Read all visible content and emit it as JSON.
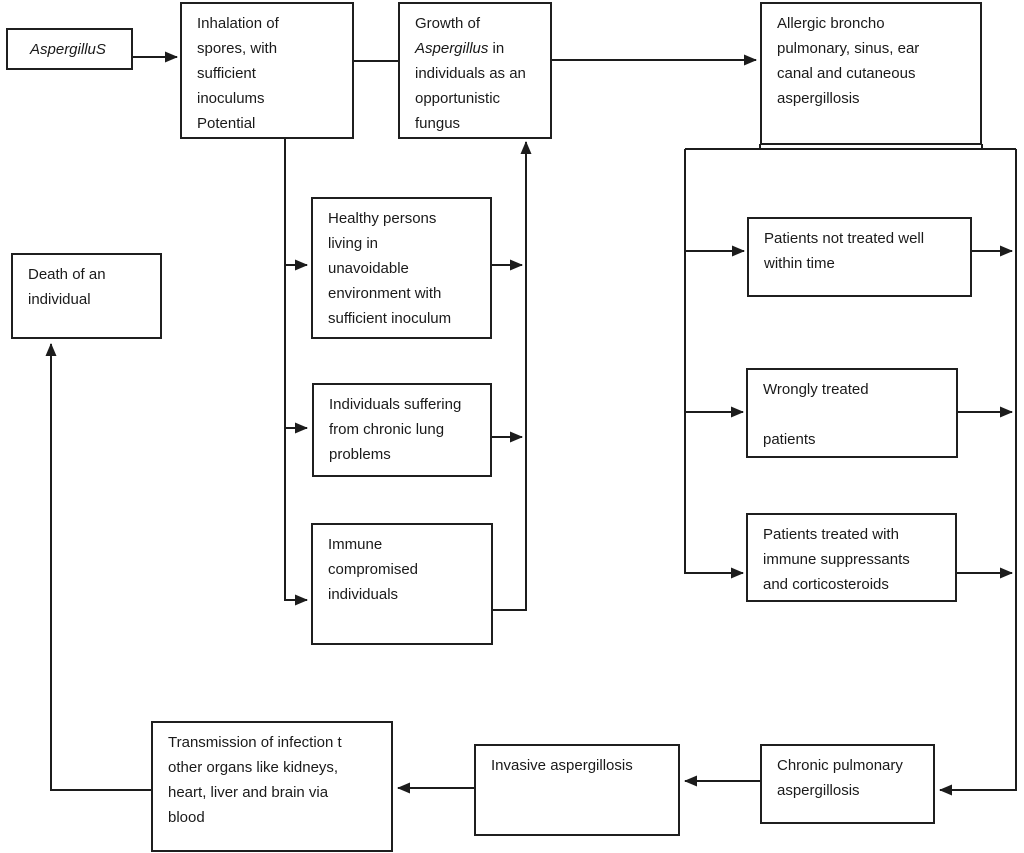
{
  "diagram": {
    "colors": {
      "line": "#1c1c1c",
      "box_border": "#1f1f1f",
      "background": "#ffffff",
      "text": "#1a1a1a"
    },
    "nodes": {
      "aspergillus": {
        "label": "AspergilluS"
      },
      "inhalation": {
        "label": "Inhalation of\nspores, with\nsufficient\ninoculums\nPotential"
      },
      "growth": {
        "pre": "Growth of\n",
        "italic": "Aspergillus",
        "post": " in\nindividuals as an\nopportunistic\nfungus"
      },
      "allergic": {
        "label": "Allergic broncho\npulmonary, sinus, ear\ncanal and cutaneous\naspergillosis"
      },
      "healthy": {
        "label": "Healthy persons\nliving in\nunavoidable\nenvironment with\nsufficient inoculum"
      },
      "chronic_lung": {
        "label": "Individuals suffering\nfrom chronic lung\nproblems"
      },
      "immunocompromised": {
        "label": "Immune\ncompromised\nindividuals"
      },
      "not_treated": {
        "label": "Patients not treated well\nwithin time"
      },
      "wrongly_treated": {
        "label": "Wrongly treated\n\npatients"
      },
      "suppressants": {
        "label": "Patients treated with\nimmune suppressants\nand corticosteroids"
      },
      "death": {
        "label": "Death of an\nindividual"
      },
      "transmission": {
        "label": "Transmission of infection t\nother organs like kidneys,\nheart, liver and brain via\nblood"
      },
      "invasive": {
        "label": "Invasive aspergillosis"
      },
      "chronic_pulmonary": {
        "label": "Chronic pulmonary\naspergillosis"
      }
    },
    "edges": [
      {
        "from": "aspergillus",
        "to": "inhalation"
      },
      {
        "from": "inhalation",
        "to": "growth"
      },
      {
        "from": "growth",
        "to": "allergic"
      },
      {
        "from": "inhalation",
        "to": "healthy"
      },
      {
        "from": "inhalation",
        "to": "chronic_lung"
      },
      {
        "from": "inhalation",
        "to": "immunocompromised"
      },
      {
        "from": "healthy",
        "to": "growth"
      },
      {
        "from": "chronic_lung",
        "to": "growth"
      },
      {
        "from": "immunocompromised",
        "to": "growth"
      },
      {
        "from": "allergic",
        "to": "not_treated"
      },
      {
        "from": "allergic",
        "to": "wrongly_treated"
      },
      {
        "from": "allergic",
        "to": "suppressants"
      },
      {
        "from": "not_treated",
        "to": "chronic_pulmonary"
      },
      {
        "from": "wrongly_treated",
        "to": "chronic_pulmonary"
      },
      {
        "from": "suppressants",
        "to": "chronic_pulmonary"
      },
      {
        "from": "chronic_pulmonary",
        "to": "invasive"
      },
      {
        "from": "invasive",
        "to": "transmission"
      },
      {
        "from": "transmission",
        "to": "death"
      }
    ]
  }
}
